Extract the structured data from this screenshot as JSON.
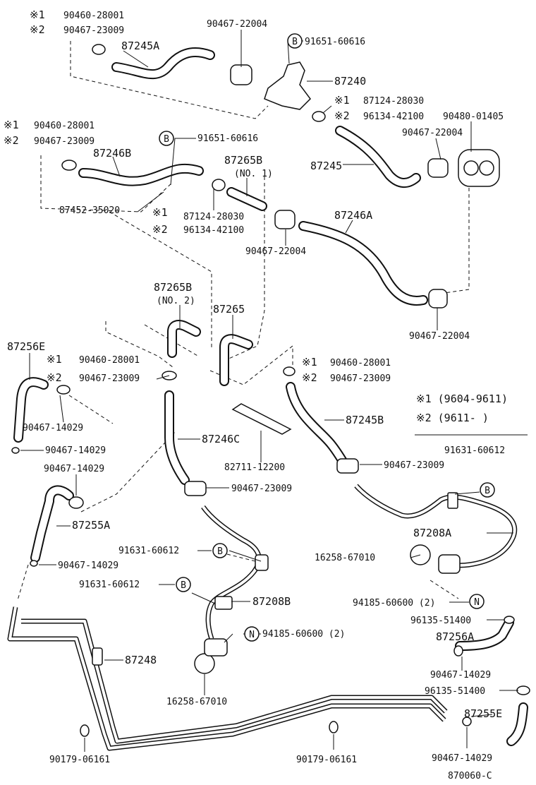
{
  "diagram_id": "870060-C",
  "legend": {
    "row1": "※1 (9604-9611)",
    "row2": "※2 (9611-      )"
  },
  "labels": [
    "※1",
    "90460-28001",
    "※2",
    "90467-23009",
    "87245A",
    "90467-22004",
    "91651-60616",
    "87240",
    "※1",
    "87124-28030",
    "※2",
    "96134-42100",
    "90480-01405",
    "90467-22004",
    "※1",
    "90460-28001",
    "※2",
    "90467-23009",
    "87246B",
    "91651-60616",
    "87265B",
    "(NO. 1)",
    "87245",
    "87452-35020",
    "※1",
    "87124-28030",
    "※2",
    "96134-42100",
    "87246A",
    "90467-22004",
    "87265B",
    "(NO. 2)",
    "87265",
    "90467-22004",
    "87256E",
    "※1",
    "90460-28001",
    "※2",
    "90467-23009",
    "※1",
    "90460-28001",
    "※2",
    "90467-23009",
    "90467-14029",
    "87245B",
    "87246C",
    "90467-14029",
    "82711-12200",
    "90467-23009",
    "91631-60612",
    "90467-14029",
    "90467-23009",
    "87255A",
    "87208A",
    "91631-60612",
    "16258-67010",
    "90467-14029",
    "91631-60612",
    "87208B",
    "94185-60600 (2)",
    "96135-51400",
    "94185-60600 (2)",
    "87256A",
    "87248",
    "90467-14029",
    "96135-51400",
    "16258-67010",
    "87255E",
    "90179-06161",
    "90179-06161",
    "90467-14029",
    "870060-C"
  ],
  "callouts": [
    "B",
    "B",
    "B",
    "B",
    "B",
    "N",
    "N"
  ]
}
